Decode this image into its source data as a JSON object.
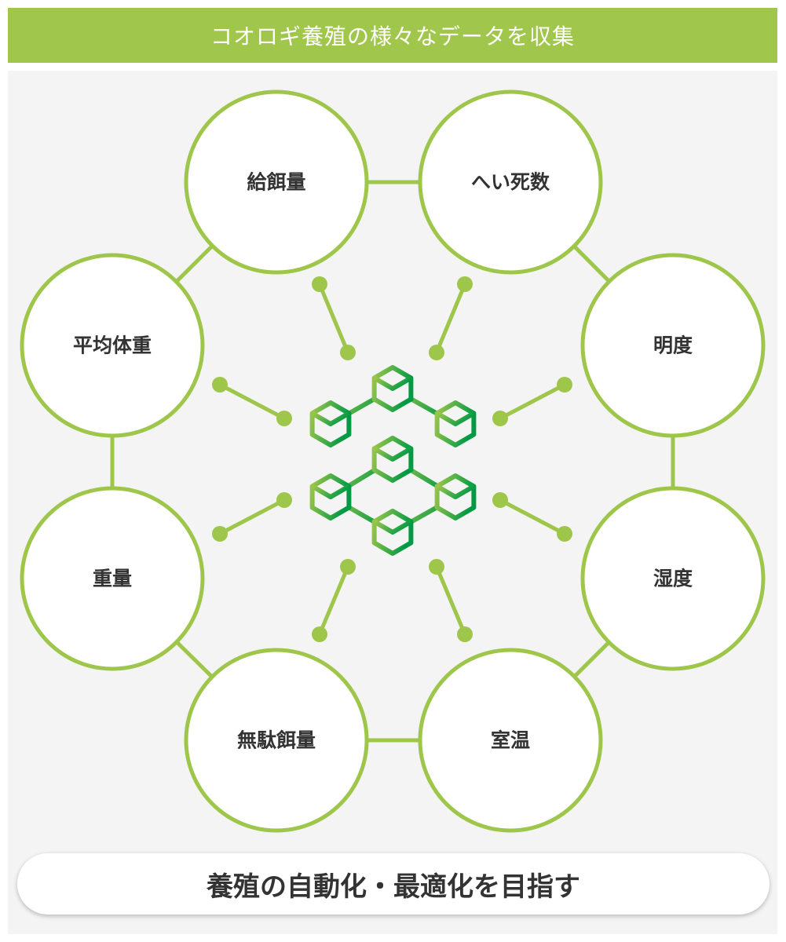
{
  "header": {
    "title": "コオロギ養殖の様々なデータを収集"
  },
  "nodes": [
    "給餌量",
    "へい死数",
    "明度",
    "湿度",
    "室温",
    "無駄餌量",
    "重量",
    "平均体重"
  ],
  "footer": {
    "goal": "養殖の自動化・最適化を目指す"
  },
  "colors": {
    "accent": "#a0c64b",
    "gradient_start": "#a0c64b",
    "gradient_end": "#009a44",
    "panel": "#f4f4f4"
  },
  "center_icon": "blockchain-cubes-icon"
}
